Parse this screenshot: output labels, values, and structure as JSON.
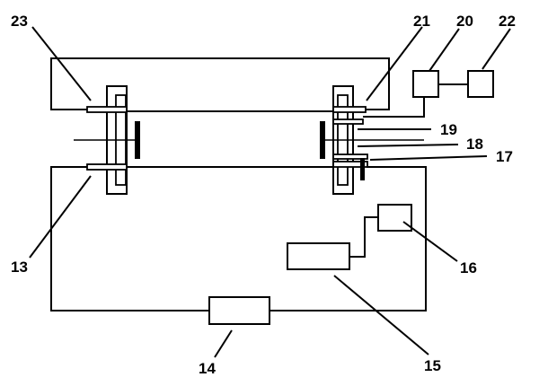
{
  "callouts": {
    "c23": "23",
    "c21": "21",
    "c20": "20",
    "c22": "22",
    "c19": "19",
    "c18": "18",
    "c17": "17",
    "c13": "13",
    "c16": "16",
    "c14": "14",
    "c15": "15"
  }
}
